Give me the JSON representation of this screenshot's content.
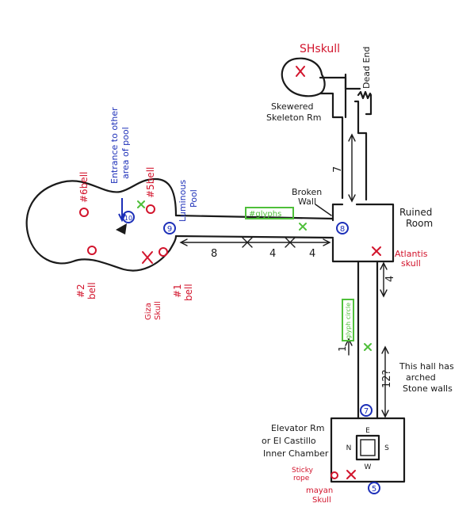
{
  "colors": {
    "ink": "#1a1a1a",
    "red": "#d2142c",
    "blue": "#1c2fb8",
    "green": "#4fbf3a",
    "paper": "#ffffff"
  },
  "skulls": {
    "sh": "SHskull",
    "atlantis": [
      "Atlantis",
      "skull"
    ],
    "giza": [
      "Giza",
      "Skull"
    ],
    "mayan": [
      "mayan",
      "Skull"
    ]
  },
  "rooms": {
    "skewered": [
      "Skewered",
      "Skeleton Rm"
    ],
    "dead_end": "Dead End",
    "ruined": [
      "Ruined",
      "Room"
    ],
    "broken_wall": [
      "Broken",
      "Wall"
    ],
    "elevator": [
      "Elevator Rm",
      "or El Castillo",
      "Inner Chamber"
    ],
    "luminous_pool": [
      "Luminous",
      "Pool"
    ],
    "pool_entrance": [
      "Entrance to other",
      "area of pool"
    ]
  },
  "bells": [
    "#6bell",
    "#5bell",
    "#2",
    "bell",
    "#1",
    "bell"
  ],
  "glyphs": {
    "main": "#glyphs",
    "hall": "glyph circle"
  },
  "distances": {
    "d7": "7",
    "d8": "8",
    "d4a": "4",
    "d4b": "4",
    "d4c": "4",
    "d12": "12?",
    "d1": "1"
  },
  "notes": {
    "hall": [
      "This hall has",
      "arched",
      "Stone walls"
    ],
    "rope": [
      "Sticky",
      "rope"
    ]
  },
  "compass": {
    "n": "N",
    "e": "E",
    "s": "S",
    "w": "W"
  },
  "markers": {
    "m8": "8",
    "m9": "9",
    "m10": "10",
    "m7": "7",
    "m5": "5"
  }
}
